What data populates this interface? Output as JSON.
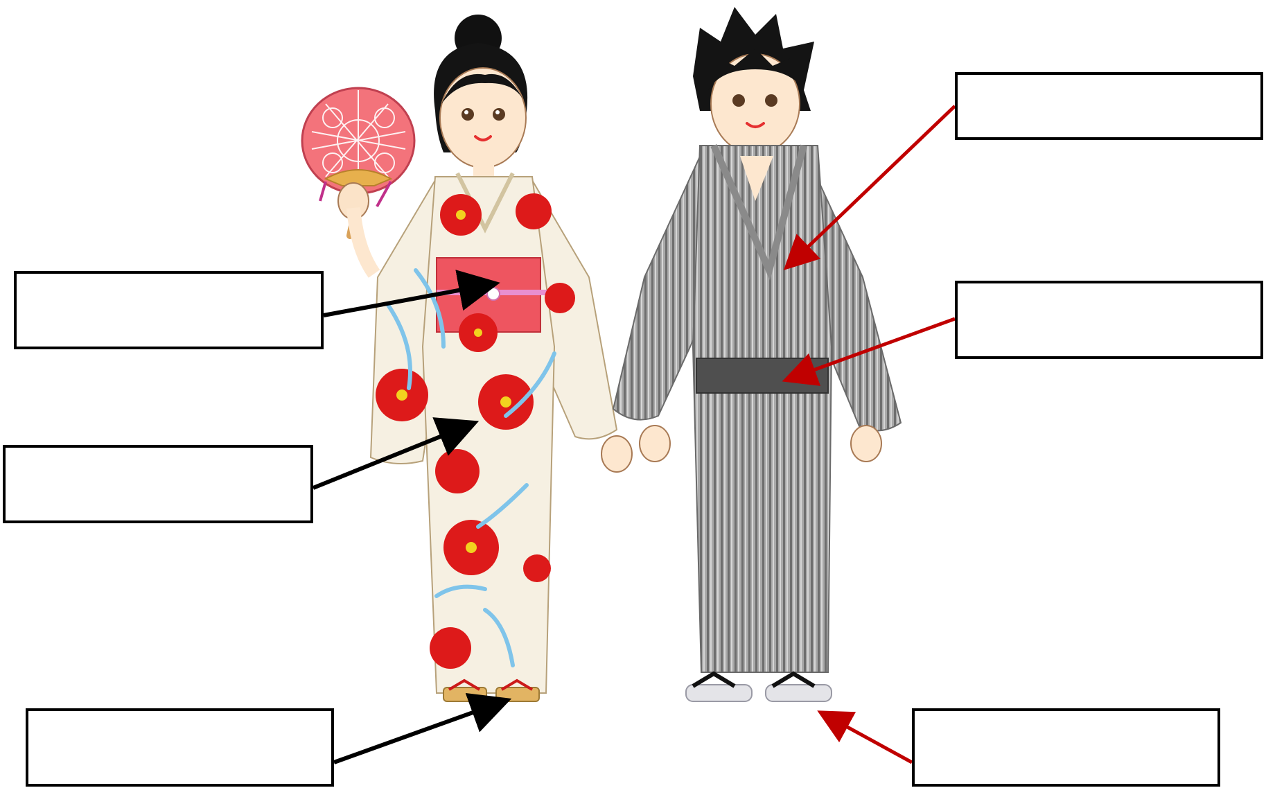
{
  "diagram": {
    "label_boxes": [
      {
        "id": "box-l1",
        "side": "left",
        "points_to": "girl-obi-sash",
        "text": ""
      },
      {
        "id": "box-l2",
        "side": "left",
        "points_to": "girl-yukata-robe",
        "text": ""
      },
      {
        "id": "box-l3",
        "side": "left",
        "points_to": "girl-geta-sandals",
        "text": ""
      },
      {
        "id": "box-r1",
        "side": "right",
        "points_to": "boy-yukata-robe",
        "text": ""
      },
      {
        "id": "box-r2",
        "side": "right",
        "points_to": "boy-obi-sash",
        "text": ""
      },
      {
        "id": "box-r3",
        "side": "right",
        "points_to": "boy-geta-sandals",
        "text": ""
      }
    ],
    "colors": {
      "left_arrows": "#000000",
      "right_arrows": "#c00000",
      "girl_robe": "#f6f0e2",
      "girl_obi": "#ee5560",
      "flower": "#dd1a1a",
      "boy_robe": "#a7a7a7",
      "boy_obi": "#4f4f4f"
    },
    "icons": [
      "uchiwa-fan-icon",
      "girl-figure",
      "boy-figure"
    ]
  }
}
